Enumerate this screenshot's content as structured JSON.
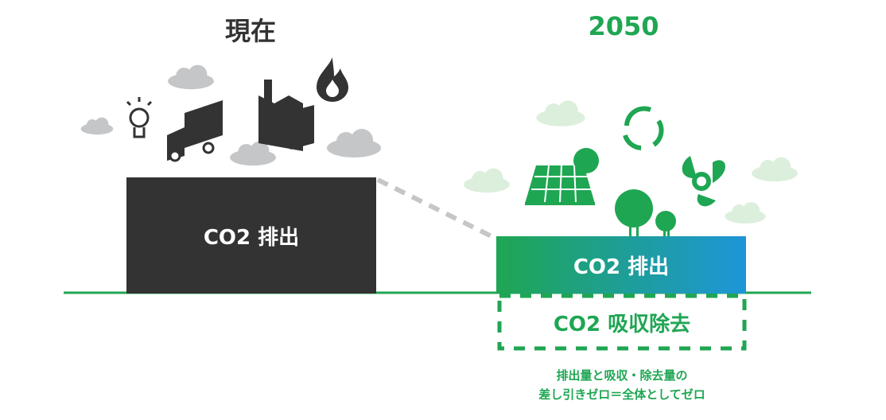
{
  "present": {
    "title": "現在",
    "box_label": "CO2 排出"
  },
  "future": {
    "title": "2050",
    "box_label": "CO2 排出",
    "removal_label": "CO2 吸収除去",
    "note_line1": "排出量と吸収・除去量の",
    "note_line2": "差し引きゼロ＝全体としてゼロ"
  },
  "colors": {
    "green": "#1fa653",
    "dark": "#333333",
    "blue": "#1e96d8",
    "cloud_gray": "#c4c6c8",
    "cloud_green": "#dcefdc"
  },
  "icons": [
    "light-bulb-icon",
    "truck-icon",
    "factory-icon",
    "fire-icon",
    "cloud-icon",
    "solar-panel-icon",
    "recycle-icon",
    "wind-turbine-icon",
    "tree-icon"
  ]
}
